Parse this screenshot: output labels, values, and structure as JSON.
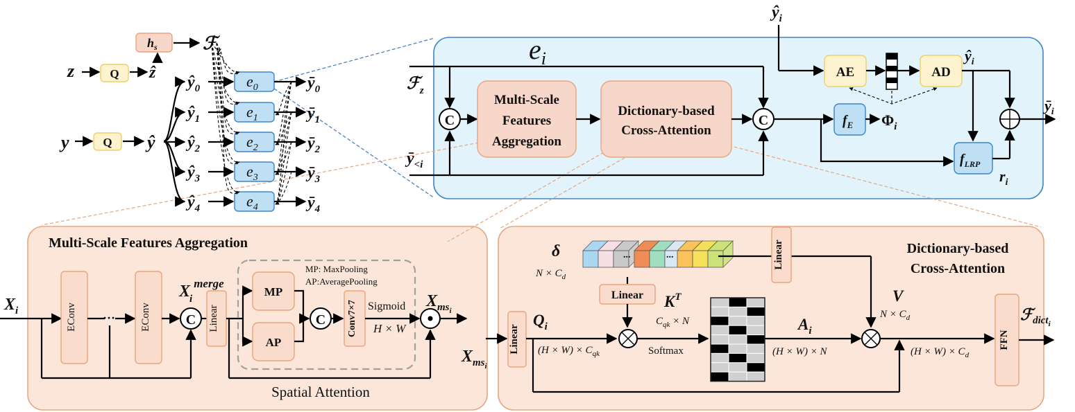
{
  "top_left": {
    "z": "z",
    "q": "Q",
    "z_hat": "ẑ",
    "hs": "h",
    "hs_sub": "s",
    "fz": "ℱ",
    "fz_sub": "z",
    "y": "y",
    "y_hat": "ŷ",
    "yhat_labels": [
      "ŷ",
      "ŷ",
      "ŷ",
      "ŷ",
      "ŷ"
    ],
    "indices": [
      "0",
      "1",
      "2",
      "3",
      "4"
    ],
    "e_labels": [
      "e",
      "e",
      "e",
      "e",
      "e"
    ],
    "ybar_labels": [
      "ȳ",
      "ȳ",
      "ȳ",
      "ȳ",
      "ȳ"
    ]
  },
  "entropy": {
    "title": "e",
    "title_sub": "i",
    "fz": "ℱ",
    "fz_sub": "z",
    "y_less": "ȳ",
    "y_less_sub": "<i",
    "msfa": [
      "Multi-Scale",
      "Features",
      "Aggregation"
    ],
    "dca": [
      "Dictionary-based",
      "Cross-Attention"
    ],
    "concat": "C",
    "y_hat_top": "ŷ",
    "y_hat_top_sub": "i",
    "ae": "AE",
    "ad": "AD",
    "y_hat_out": "ŷ",
    "y_hat_out_sub": "i",
    "fe": "f",
    "fe_sub": "E",
    "phi": "Φ",
    "phi_sub": "i",
    "flrp": "f",
    "flrp_sub": "LRP",
    "r": "r",
    "r_sub": "i",
    "ybar_out": "ȳ",
    "ybar_out_sub": "i",
    "plus": "+"
  },
  "msfa_panel": {
    "title": "Multi-Scale Features Aggregation",
    "x_in": "X",
    "x_in_sub": "i",
    "econv": "EConv",
    "dots": "···",
    "x_merge": "X",
    "x_merge_sub": "i",
    "x_merge_sup": "merge",
    "linear": "Linear",
    "mp": "MP",
    "ap": "AP",
    "legend_mp": "MP: MaxPooling",
    "legend_ap": "AP:AveragePooling",
    "conv": "Conv7×7",
    "sigmoid": "Sigmoid",
    "hw": "H × W",
    "x_out": "X",
    "x_out_sub": "ms",
    "x_out_subsub": "i",
    "spatial": "Spatial Attention"
  },
  "dca_panel": {
    "title": [
      "Dictionary-based",
      "Cross-Attention"
    ],
    "delta": "δ",
    "delta_dim": "N × C",
    "delta_dim_sub": "d",
    "dots": "...",
    "linear": "Linear",
    "kt": "K",
    "kt_sup": "T",
    "kt_dim": "C",
    "kt_dim_sub": "qk",
    "kt_dim_tail": " × N",
    "q": "Q",
    "q_sub": "i",
    "q_dim": "(H × W) × C",
    "q_dim_sub": "qk",
    "softmax": "Softmax",
    "a": "A",
    "a_sub": "i",
    "a_dim": "(H × W) × N",
    "v": "V",
    "v_dim": "N × C",
    "v_dim_sub": "d",
    "out_dim": "(H × W) × C",
    "out_dim_sub": "d",
    "x_in": "X",
    "x_in_sub": "ms",
    "x_in_subsub": "i",
    "ffn": "FFN",
    "f_out": "ℱ",
    "f_out_sub": "dict",
    "f_out_subsub": "i"
  },
  "colors": {
    "peach_panel": "#fbe6d9",
    "blue_panel": "#e3f3fb",
    "blue_box": "#bfe0f4",
    "yellow_box": "#fdf3cf"
  }
}
